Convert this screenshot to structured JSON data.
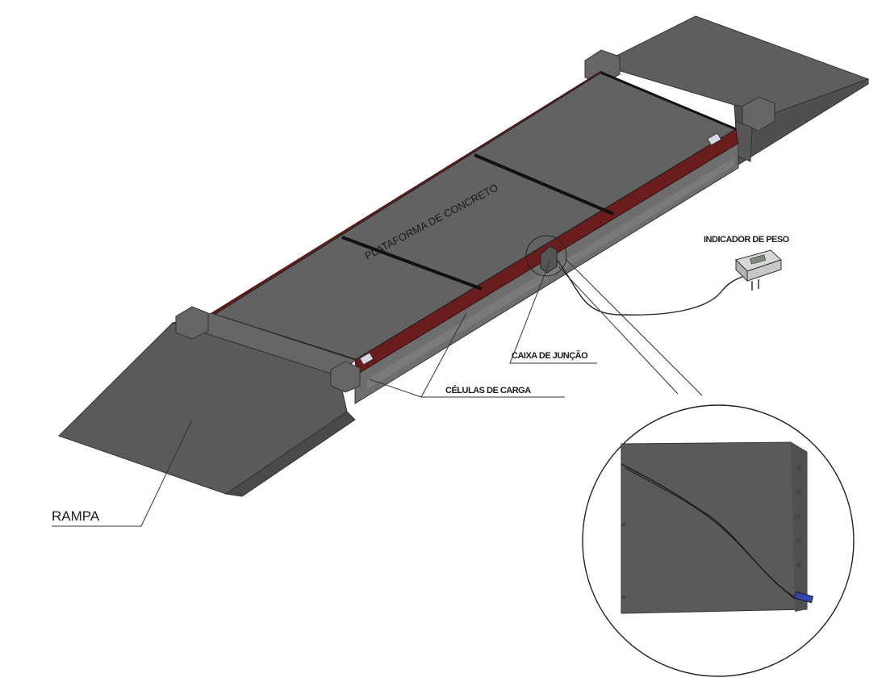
{
  "labels": {
    "platform": "PLATAFORMA DE CONCRETO",
    "indicator": "INDICADOR DE PESO",
    "junction_box": "CAIXA DE JUNÇÃO",
    "load_cells": "CÉLULAS DE CARGA",
    "ramp": "RAMPA"
  },
  "colors": {
    "concrete": "#5e5e5e",
    "concrete_light": "#6e6e6e",
    "concrete_dark": "#4a4a4a",
    "steel_frame": "#6b1d1d",
    "seam": "#111111",
    "cable": "#222222",
    "connector": "#3344aa"
  }
}
